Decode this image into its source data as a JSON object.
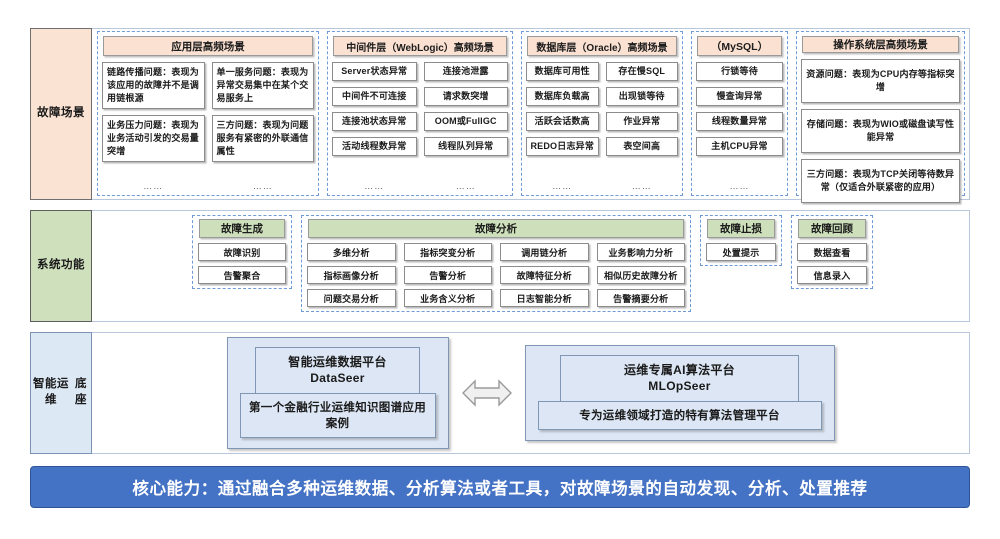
{
  "rows": {
    "scenarios": {
      "label": "故障场景",
      "label_color": "#fbe3d3",
      "columns": [
        {
          "id": "app",
          "header": "应用层高频场景",
          "type": "paragraph",
          "groups": [
            [
              "链路传播问题：表现为该应用的故障并不是调用链根源",
              "业务压力问题：表现为业务活动引发的交易量突增"
            ],
            [
              "单一服务问题：表现为异常交易集中在某个交易服务上",
              "三方问题：表现为问题服务有紧密的外联通信属性"
            ]
          ],
          "dots": [
            "……",
            "……"
          ]
        },
        {
          "id": "middleware",
          "header": "中间件层（WebLogic）高频场景",
          "type": "chips",
          "groups": [
            [
              "Server状态异常",
              "中间件不可连接",
              "连接池状态异常",
              "活动线程数异常"
            ],
            [
              "连接池泄露",
              "请求数突增",
              "OOM或FullGC",
              "线程队列异常"
            ]
          ],
          "dots": [
            "……",
            "……"
          ]
        },
        {
          "id": "oracle",
          "header": "数据库层（Oracle）高频场景",
          "type": "chips",
          "groups": [
            [
              "数据库可用性",
              "数据库负载高",
              "活跃会话数高",
              "REDO日志异常"
            ],
            [
              "存在慢SQL",
              "出现锁等待",
              "作业异常",
              "表空间高"
            ]
          ],
          "dots": [
            "……",
            "……"
          ]
        },
        {
          "id": "mysql",
          "header": "（MySQL）",
          "type": "chips",
          "groups": [
            [
              "行锁等待",
              "慢查询异常",
              "线程数量异常",
              "主机CPU异常"
            ]
          ],
          "dots": [
            "……"
          ]
        },
        {
          "id": "os",
          "header": "操作系统层高频场景",
          "type": "paragraph",
          "groups": [
            [
              "资源问题：表现为CPU内存等指标突增",
              "存储问题：表现为WIO或磁盘读写性能异常",
              "三方问题：表现为TCP关闭等待数异常（仅适合外联紧密的应用）"
            ]
          ],
          "dots": [
            "……"
          ]
        }
      ]
    },
    "functions": {
      "label": "系统功能",
      "label_color": "#cfe0bd",
      "groups": [
        {
          "id": "fault-generation",
          "header": "故障生成",
          "columns": [
            [
              "故障识别",
              "告警聚合"
            ]
          ]
        },
        {
          "id": "fault-analysis",
          "header": "故障分析",
          "columns": [
            [
              "多维分析",
              "指标画像分析",
              "问题交易分析"
            ],
            [
              "指标突变分析",
              "告警分析",
              "业务含义分析"
            ],
            [
              "调用链分析",
              "故障特征分析",
              "日志智能分析"
            ],
            [
              "业务影响力分析",
              "相似历史故障分析",
              "告警摘要分析"
            ]
          ]
        },
        {
          "id": "fault-mitigation",
          "header": "故障止损",
          "columns": [
            [
              "处置提示"
            ]
          ]
        },
        {
          "id": "fault-review",
          "header": "故障回顾",
          "columns": [
            [
              "数据查看",
              "信息录入"
            ]
          ]
        }
      ]
    },
    "base": {
      "label": "智能运维\n底座",
      "label_line1": "智能运维",
      "label_line2": "底座",
      "label_color": "#dde8f5",
      "platforms": [
        {
          "id": "dataseer",
          "title_line1": "智能运维数据平台",
          "title_line2": "DataSeer",
          "subtitle": "第一个金融行业运维知识图谱应用案例"
        },
        {
          "id": "mlopseer",
          "title_line1": "运维专属AI算法平台",
          "title_line2": "MLOpSeer",
          "subtitle": "专为运维领域打造的特有算法管理平台"
        }
      ],
      "connector_icon": "double-arrow-icon"
    }
  },
  "footer": {
    "text": "核心能力：通过融合多种运维数据、分析算法或者工具，对故障场景的自动发现、分析、处置推荐",
    "background": "#4472c4",
    "text_color": "#ffffff"
  }
}
